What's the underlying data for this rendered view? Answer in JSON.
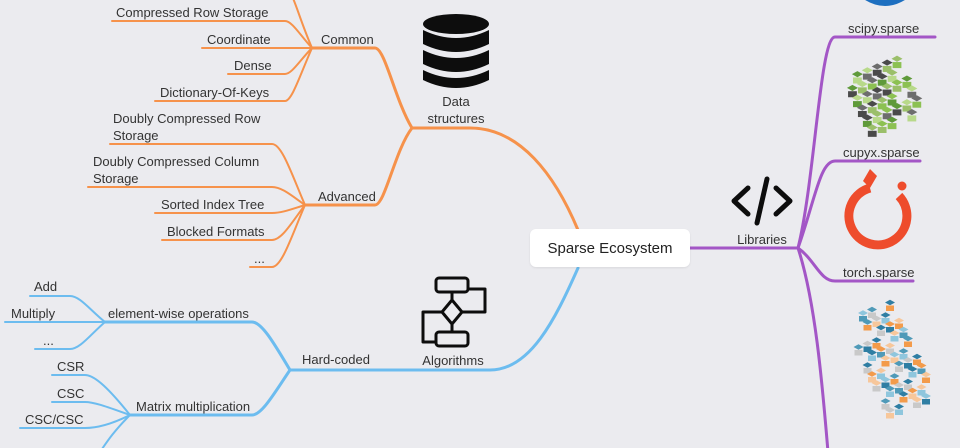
{
  "center": {
    "label": "Sparse Ecosystem"
  },
  "data_structures": {
    "label_line1": "Data",
    "label_line2": "structures",
    "icon": "database-icon",
    "color": "#f6924b",
    "common": {
      "label": "Common",
      "items": [
        "Compressed Row Storage",
        "Coordinate",
        "Dense",
        "Dictionary-Of-Keys"
      ]
    },
    "advanced": {
      "label": "Advanced",
      "items": [
        {
          "line1": "Doubly Compressed Row",
          "line2": "Storage"
        },
        {
          "line1": "Doubly Compressed Column",
          "line2": "Storage"
        },
        {
          "line1": "Sorted Index Tree",
          "line2": ""
        },
        {
          "line1": "Blocked Formats",
          "line2": ""
        },
        {
          "line1": "...",
          "line2": ""
        }
      ]
    }
  },
  "algorithms": {
    "label": "Algorithms",
    "icon": "flowchart-icon",
    "color": "#6cbcef",
    "hardcoded": {
      "label": "Hard-coded"
    },
    "elementwise": {
      "label": "element-wise operations",
      "items": [
        "Add",
        "Multiply",
        "..."
      ]
    },
    "matmul": {
      "label": "Matrix multiplication",
      "items": [
        "CSR",
        "CSC",
        "CSC/CSC"
      ]
    }
  },
  "libraries": {
    "label": "Libraries",
    "icon": "code-icon",
    "color": "#a356c6",
    "items": [
      "scipy.sparse",
      "cupyx.sparse",
      "torch.sparse"
    ]
  }
}
